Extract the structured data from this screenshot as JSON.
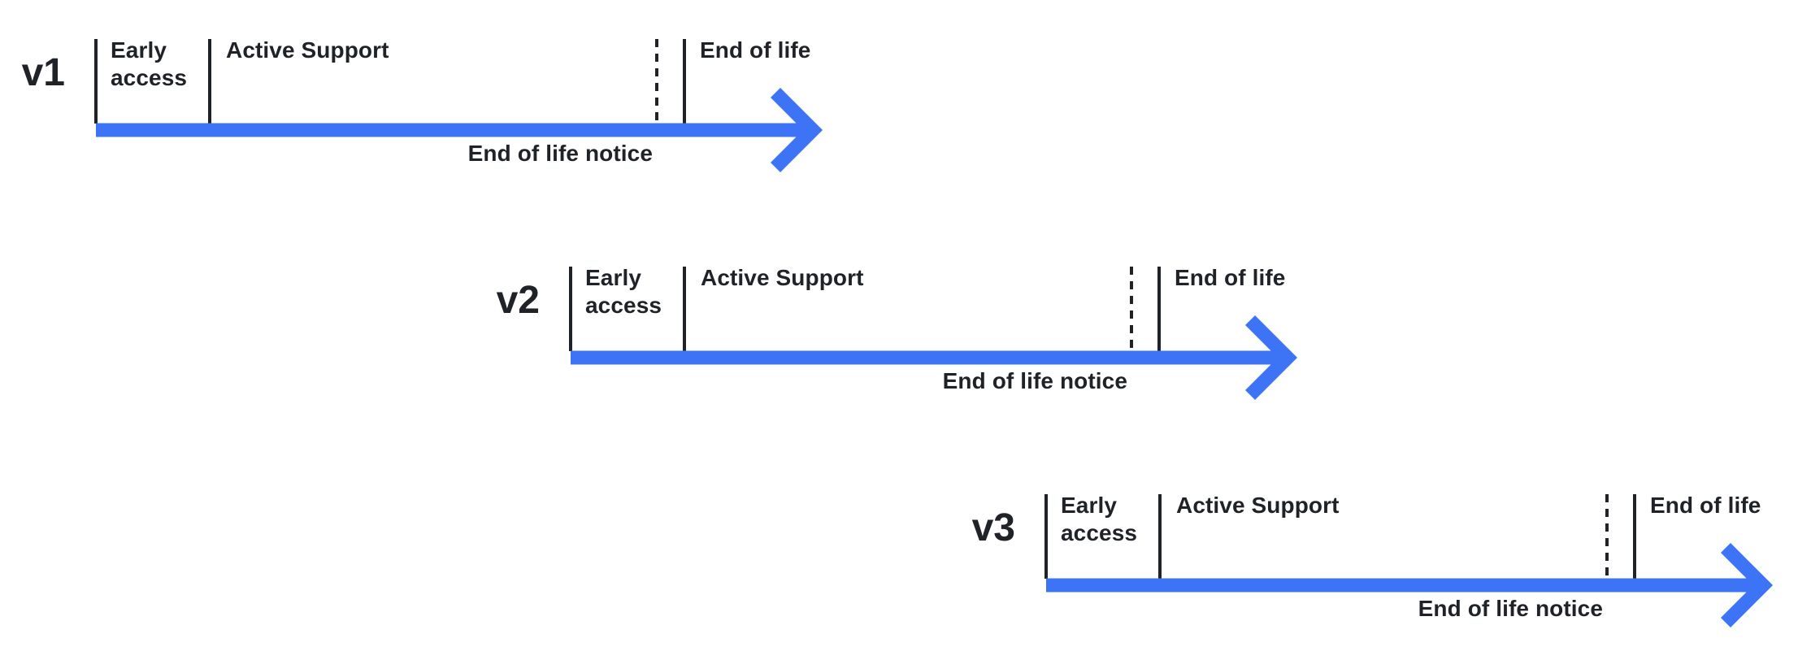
{
  "diagram": {
    "type": "version-lifecycle-timeline",
    "colors": {
      "ink": "#1f2227",
      "arrow": "#3d74f5",
      "background": "#ffffff"
    },
    "rows": [
      {
        "version": "v1",
        "labels": {
          "early_access": "Early access",
          "active_support": "Active Support",
          "end_of_life": "End of life",
          "eol_notice": "End of life notice"
        }
      },
      {
        "version": "v2",
        "labels": {
          "early_access": "Early access",
          "active_support": "Active Support",
          "end_of_life": "End of life",
          "eol_notice": "End of life notice"
        }
      },
      {
        "version": "v3",
        "labels": {
          "early_access": "Early access",
          "active_support": "Active Support",
          "end_of_life": "End of life",
          "eol_notice": "End of life notice"
        }
      }
    ]
  }
}
